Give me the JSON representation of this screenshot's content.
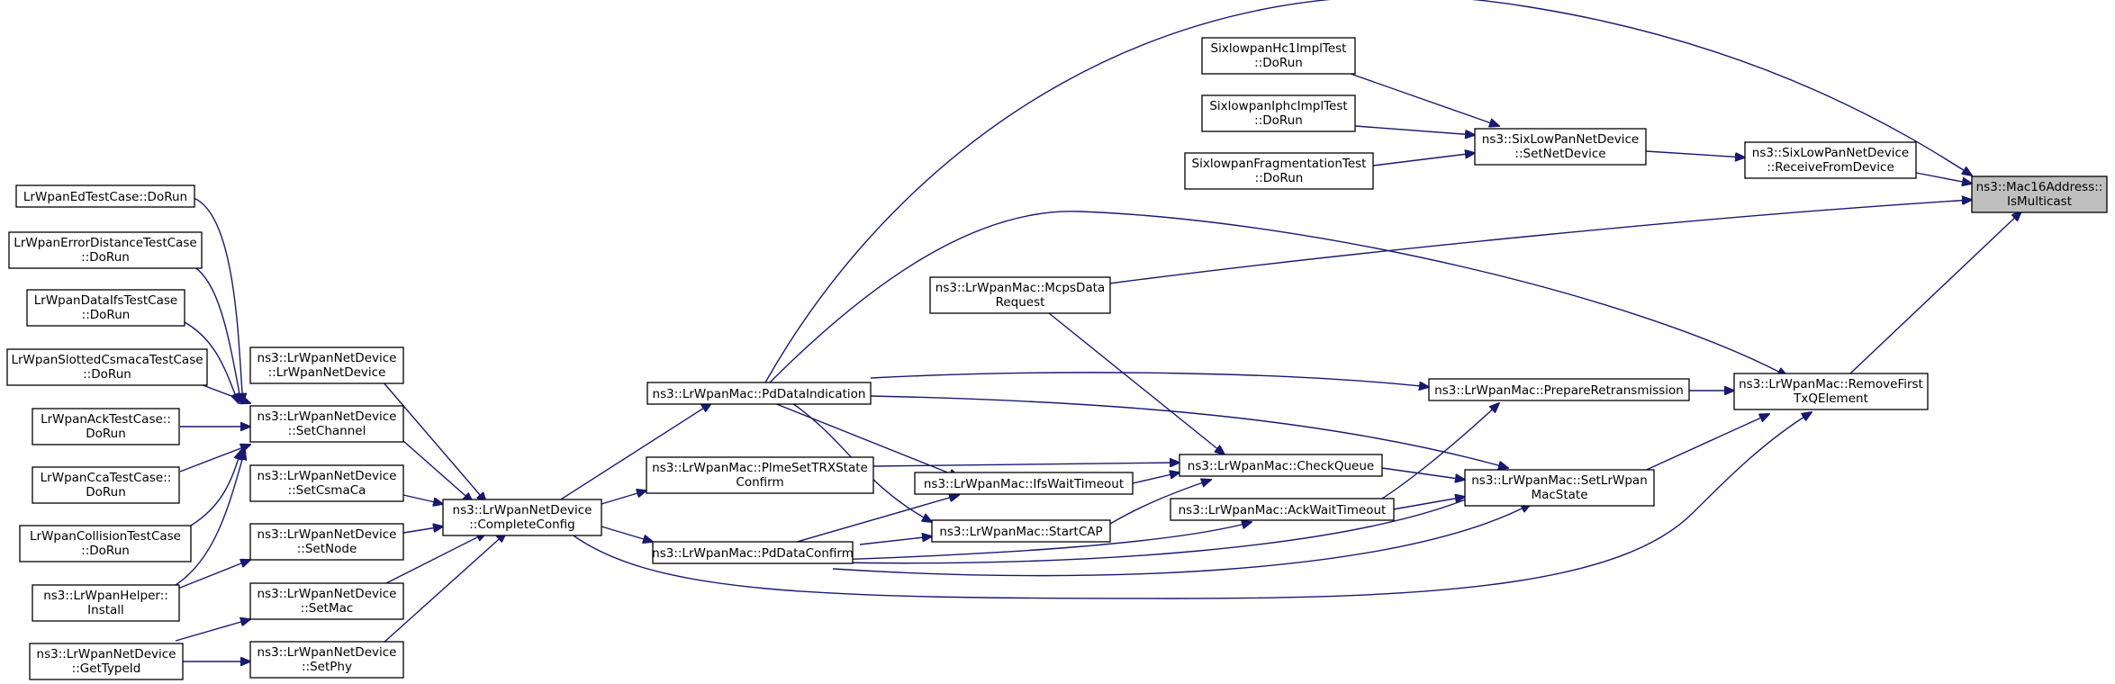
{
  "diagram": {
    "focus_node": "mac16-ismulticast",
    "nodes": [
      {
        "id": "mac16-ismulticast",
        "lines": [
          "ns3::Mac16Address::",
          "IsMulticast"
        ]
      },
      {
        "id": "sixlowpan-receivefromdevice",
        "lines": [
          "ns3::SixLowPanNetDevice",
          "::ReceiveFromDevice"
        ]
      },
      {
        "id": "sixlowpan-setnetdevice",
        "lines": [
          "ns3::SixLowPanNetDevice",
          "::SetNetDevice"
        ]
      },
      {
        "id": "sixlowpanhc1impltest-dorun",
        "lines": [
          "SixlowpanHc1ImplTest",
          "::DoRun"
        ]
      },
      {
        "id": "sixlowpaniphcimpltest-dorun",
        "lines": [
          "SixlowpanIphcImplTest",
          "::DoRun"
        ]
      },
      {
        "id": "sixlowpanfragmentationtest-dorun",
        "lines": [
          "SixlowpanFragmentationTest",
          "::DoRun"
        ]
      },
      {
        "id": "lrwpanmac-mcpsdatarequest",
        "lines": [
          "ns3::LrWpanMac::McpsData",
          "Request"
        ]
      },
      {
        "id": "lrwpanmac-removefirsttxqelement",
        "lines": [
          "ns3::LrWpanMac::RemoveFirst",
          "TxQElement"
        ]
      },
      {
        "id": "lrwpanmac-prepareretransmission",
        "lines": [
          "ns3::LrWpanMac::PrepareRetransmission"
        ]
      },
      {
        "id": "lrwpanmac-setlrwpanmacstate",
        "lines": [
          "ns3::LrWpanMac::SetLrWpan",
          "MacState"
        ]
      },
      {
        "id": "lrwpanmac-checkqueue",
        "lines": [
          "ns3::LrWpanMac::CheckQueue"
        ]
      },
      {
        "id": "lrwpanmac-ackwaittimeout",
        "lines": [
          "ns3::LrWpanMac::AckWaitTimeout"
        ]
      },
      {
        "id": "lrwpanmac-ifswaittimeout",
        "lines": [
          "ns3::LrWpanMac::IfsWaitTimeout"
        ]
      },
      {
        "id": "lrwpanmac-startcap",
        "lines": [
          "ns3::LrWpanMac::StartCAP"
        ]
      },
      {
        "id": "lrwpanmac-pddataindication",
        "lines": [
          "ns3::LrWpanMac::PdDataIndication"
        ]
      },
      {
        "id": "lrwpanmac-plmesettrxstateconfirm",
        "lines": [
          "ns3::LrWpanMac::PlmeSetTRXState",
          "Confirm"
        ]
      },
      {
        "id": "lrwpanmac-pddataconfirm",
        "lines": [
          "ns3::LrWpanMac::PdDataConfirm"
        ]
      },
      {
        "id": "lrwpannetdevice-completeconfig",
        "lines": [
          "ns3::LrWpanNetDevice",
          "::CompleteConfig"
        ]
      },
      {
        "id": "lrwpannetdevice-lrwpannetdevice",
        "lines": [
          "ns3::LrWpanNetDevice",
          "::LrWpanNetDevice"
        ]
      },
      {
        "id": "lrwpannetdevice-setchannel",
        "lines": [
          "ns3::LrWpanNetDevice",
          "::SetChannel"
        ]
      },
      {
        "id": "lrwpannetdevice-setcsmaca",
        "lines": [
          "ns3::LrWpanNetDevice",
          "::SetCsmaCa"
        ]
      },
      {
        "id": "lrwpannetdevice-setnode",
        "lines": [
          "ns3::LrWpanNetDevice",
          "::SetNode"
        ]
      },
      {
        "id": "lrwpannetdevice-setmac",
        "lines": [
          "ns3::LrWpanNetDevice",
          "::SetMac"
        ]
      },
      {
        "id": "lrwpannetdevice-setphy",
        "lines": [
          "ns3::LrWpanNetDevice",
          "::SetPhy"
        ]
      },
      {
        "id": "lrwpanedtestcase-dorun",
        "lines": [
          "LrWpanEdTestCase::DoRun"
        ]
      },
      {
        "id": "lrwpanerrordistancetestcase-dorun",
        "lines": [
          "LrWpanErrorDistanceTestCase",
          "::DoRun"
        ]
      },
      {
        "id": "lrwpandataifstestcase-dorun",
        "lines": [
          "LrWpanDataIfsTestCase",
          "::DoRun"
        ]
      },
      {
        "id": "lrwpanslottedcsmacatestcase-dorun",
        "lines": [
          "LrWpanSlottedCsmacaTestCase",
          "::DoRun"
        ]
      },
      {
        "id": "lrwpanacktestcase-dorun",
        "lines": [
          "LrWpanAckTestCase::",
          "DoRun"
        ]
      },
      {
        "id": "lrwpanccatestcase-dorun",
        "lines": [
          "LrWpanCcaTestCase::",
          "DoRun"
        ]
      },
      {
        "id": "lrwpancollisiontestcase-dorun",
        "lines": [
          "LrWpanCollisionTestCase",
          "::DoRun"
        ]
      },
      {
        "id": "lrwpanhelper-install",
        "lines": [
          "ns3::LrWpanHelper::",
          "Install"
        ]
      },
      {
        "id": "lrwpannetdevice-gettypeid",
        "lines": [
          "ns3::LrWpanNetDevice",
          "::GetTypeId"
        ]
      }
    ]
  },
  "colors": {
    "edge": "#191970",
    "focus_fill": "#bfbfbf",
    "node_border": "#000000",
    "background": "#ffffff"
  }
}
